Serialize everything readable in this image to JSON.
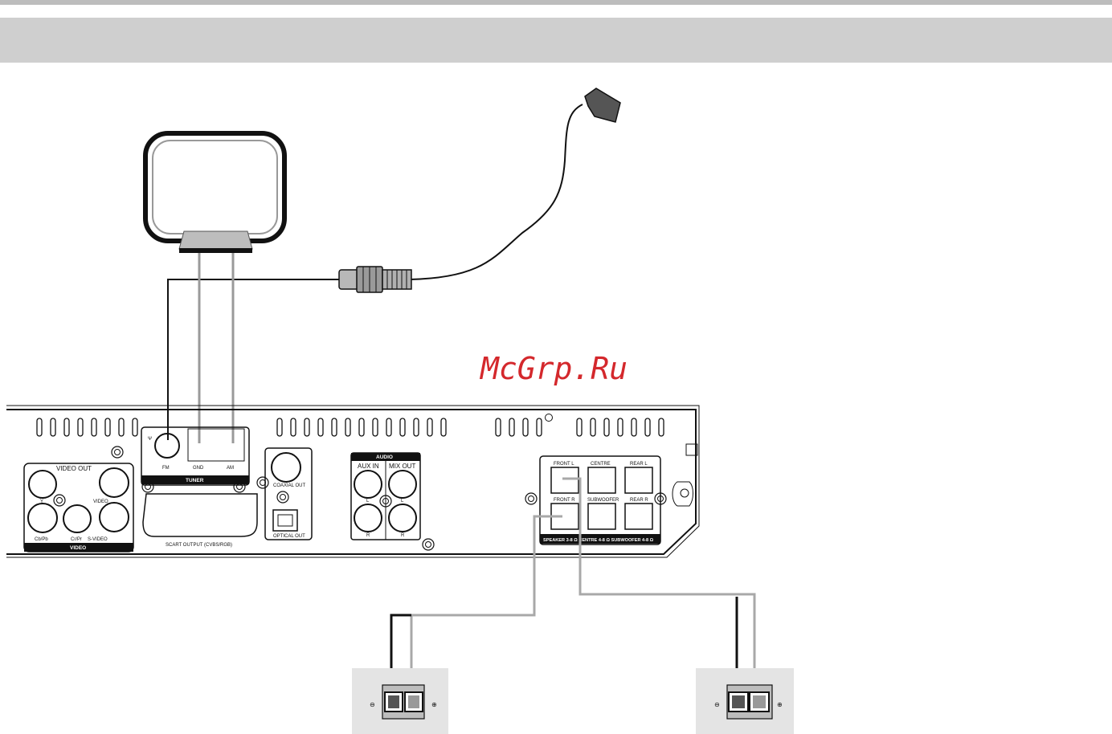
{
  "watermark": "McGrp.Ru",
  "panel": {
    "video_out_title": "VIDEO OUT",
    "video_footer": "VIDEO",
    "y_label": "Y",
    "video_label": "VIDEO",
    "cb_pb_label": "Cb/Pb",
    "cr_pr_label": "Cr/Pr",
    "s_video_label": "S-VIDEO",
    "fm_label": "FM",
    "gnd_label": "GND",
    "am_label": "AM",
    "tuner_label": "TUNER",
    "scart_label": "SCART OUTPUT (CVBS/RGB)",
    "coaxial_label": "COAXIAL OUT",
    "optical_label": "OPTICAL OUT",
    "audio_title": "AUDIO",
    "aux_in_label": "AUX IN",
    "mix_out_label": "MIX OUT",
    "l_label": "L",
    "r_label": "R",
    "front_l_label": "FRONT L",
    "centre_label": "CENTRE",
    "rear_l_label": "REAR L",
    "front_r_label": "FRONT R",
    "subwoofer_label": "SUBWOOFER",
    "rear_r_label": "REAR R",
    "speaker_footer": "SPEAKER 3-8 Ω  CENTRE 4-8 Ω  SUBWOOFER 4-8 Ω"
  },
  "terminals": {
    "minus": "⊖",
    "plus": "⊕"
  },
  "colors": {
    "header_band": "#cfcfcf",
    "watermark": "#d4282c",
    "wire_black": "#111111",
    "wire_grey": "#a8a8a8",
    "terminal_box": "#e4e4e4"
  }
}
